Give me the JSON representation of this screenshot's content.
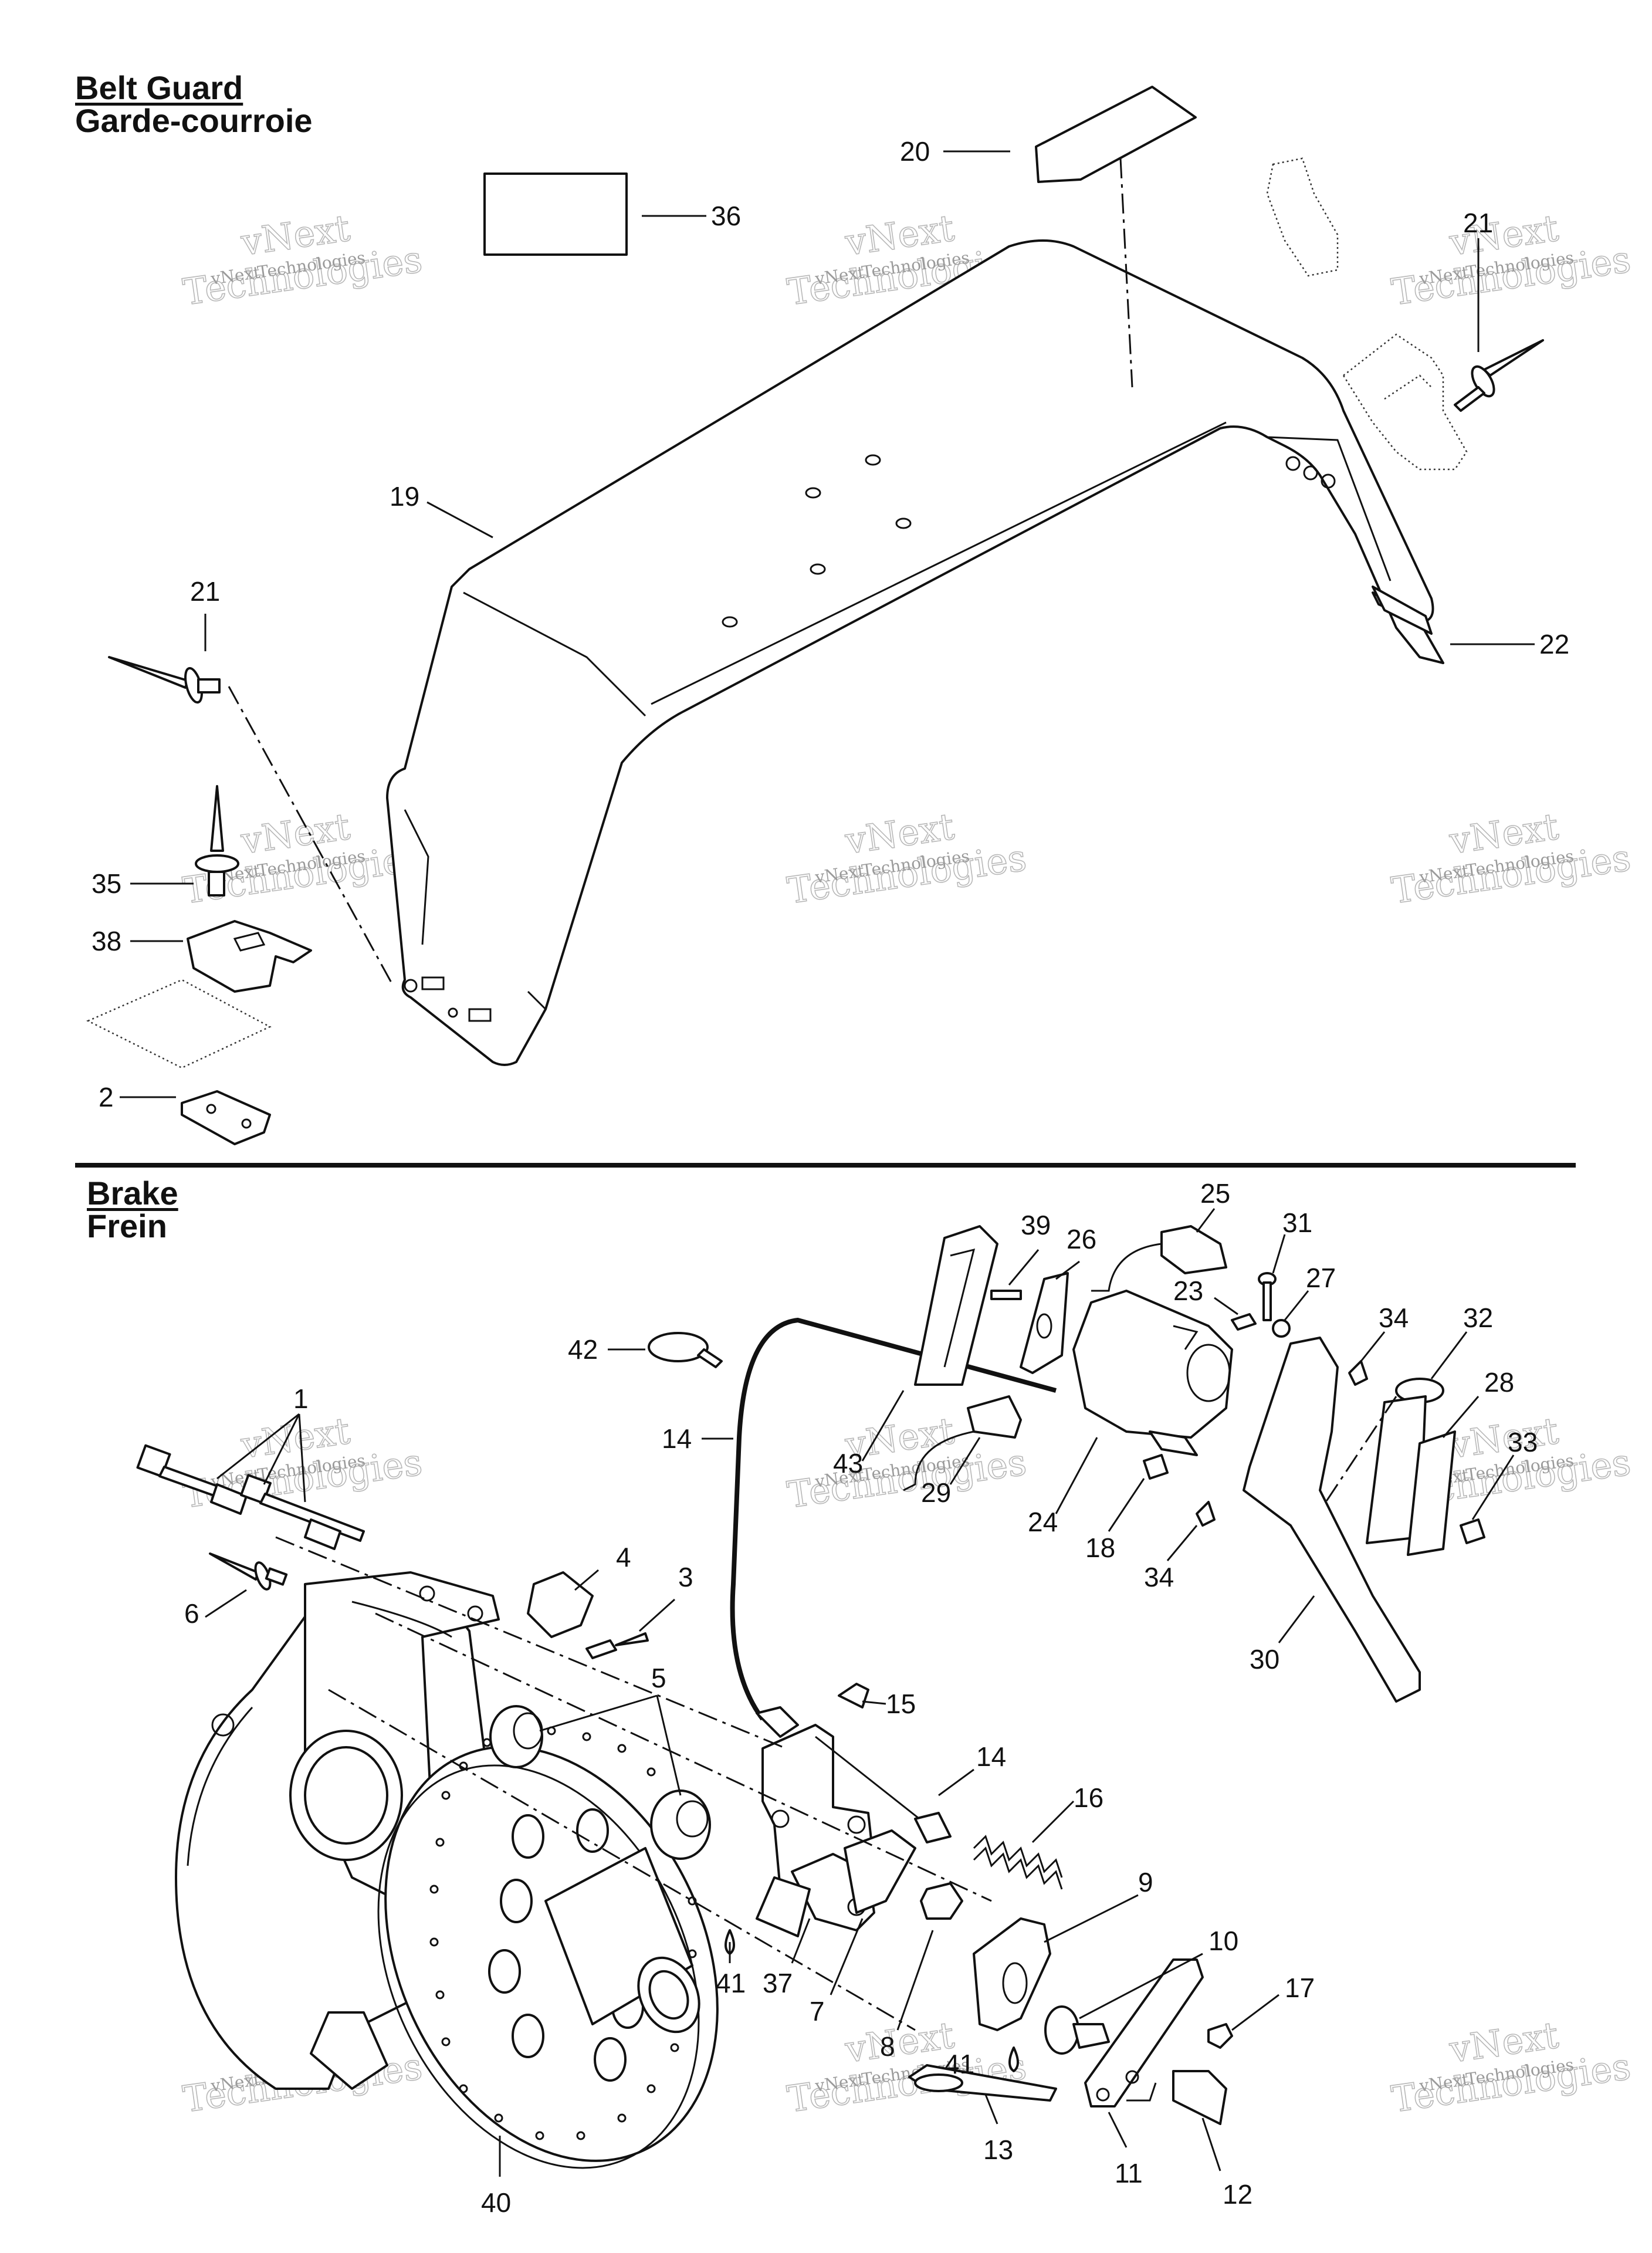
{
  "sections": {
    "belt_guard": {
      "title_en": "Belt Guard",
      "title_fr": "Garde-courroie"
    },
    "brake": {
      "title_en": "Brake",
      "title_fr": "Frein"
    }
  },
  "watermark": {
    "line1": "vNext",
    "line2": "Technologies"
  },
  "belt_guard_callouts": [
    "19",
    "20",
    "36",
    "21",
    "22",
    "21",
    "35",
    "38",
    "2"
  ],
  "brake_callouts": [
    "25",
    "39",
    "26",
    "31",
    "23",
    "27",
    "34",
    "32",
    "28",
    "33",
    "42",
    "14",
    "43",
    "29",
    "24",
    "18",
    "34",
    "30",
    "1",
    "6",
    "4",
    "3",
    "5",
    "15",
    "14",
    "16",
    "9",
    "10",
    "17",
    "41",
    "37",
    "7",
    "8",
    "41",
    "13",
    "11",
    "12",
    "40"
  ]
}
